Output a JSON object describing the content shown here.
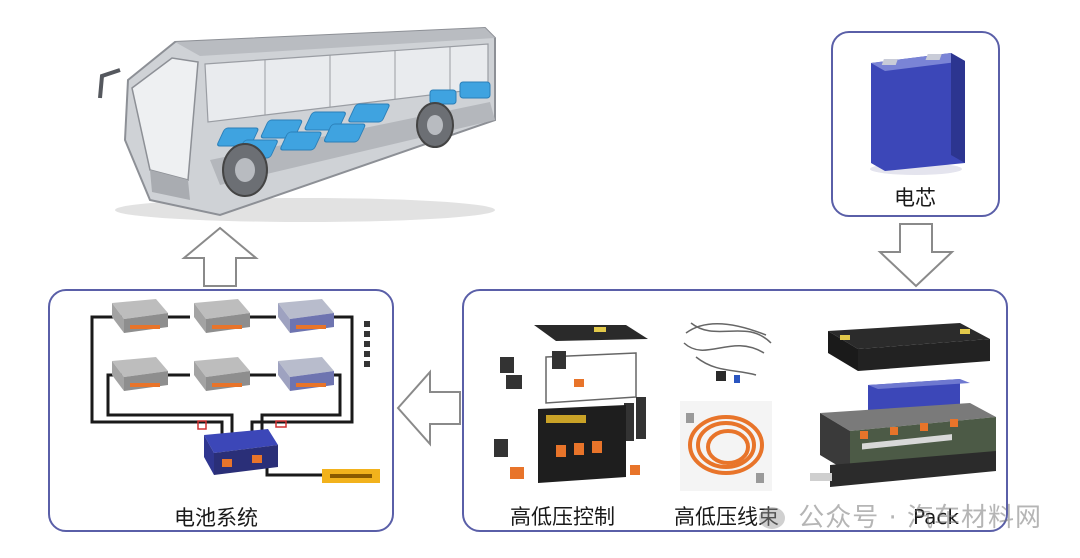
{
  "labels": {
    "cell": "电芯",
    "battery_system": "电池系统",
    "hv_lv_control": "高低压控制",
    "hv_lv_harness": "高低压线束",
    "pack": "Pack"
  },
  "watermark": {
    "text": "公众号 · 汽车材料网"
  },
  "colors": {
    "panel_border": "#5a5fa8",
    "arrow_stroke": "#8a8a8a",
    "cell_blue": "#3c47b8",
    "battery_blue": "#3fa3e0",
    "harness_orange": "#e8742a"
  }
}
